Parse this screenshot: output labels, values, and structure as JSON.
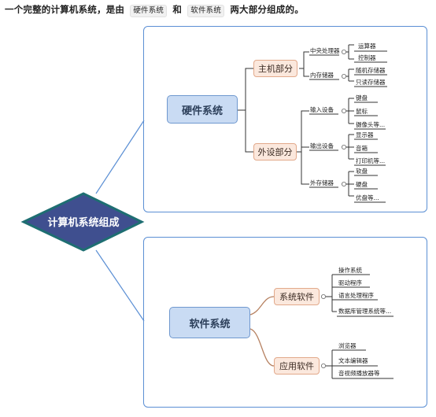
{
  "intro": {
    "before": "一个完整的计算机系统，是由",
    "code1": "硬件系统",
    "mid": "和",
    "code2": "软件系统",
    "after": "两大部分组成的。"
  },
  "root": {
    "label": "计算机系统组成"
  },
  "hardware": {
    "label": "硬件系统",
    "host": {
      "label": "主机部分",
      "cpu": {
        "label": "中央处理器",
        "items": [
          "运算器",
          "控制器"
        ]
      },
      "memory": {
        "label": "内存储器",
        "items": [
          "随机存储器",
          "只读存储器"
        ]
      }
    },
    "peripheral": {
      "label": "外设部分",
      "input": {
        "label": "输入设备",
        "items": [
          "键盘",
          "鼠标",
          "摄像头等..."
        ]
      },
      "output": {
        "label": "输出设备",
        "items": [
          "显示器",
          "音箱",
          "打印机等..."
        ]
      },
      "storage": {
        "label": "外存储器",
        "items": [
          "软盘",
          "硬盘",
          "优盘等..."
        ]
      }
    }
  },
  "software": {
    "label": "软件系统",
    "system": {
      "label": "系统软件",
      "items": [
        "操作系统",
        "驱动程序",
        "语言处理程序",
        "数据库管理系统等..."
      ]
    },
    "application": {
      "label": "应用软件",
      "items": [
        "浏览器",
        "文本编辑器",
        "音视频播放器等"
      ]
    }
  },
  "colors": {
    "panel_border": "#5b8fd4",
    "root_fill": "#3f4f8f",
    "root_border": "#1e6e72",
    "level1_fill": "#c9dbf3",
    "level2_fill": "#fbe8dd",
    "level2_border": "#e2a98b",
    "software_link": "#b78262",
    "hardware_link": "#333333"
  }
}
